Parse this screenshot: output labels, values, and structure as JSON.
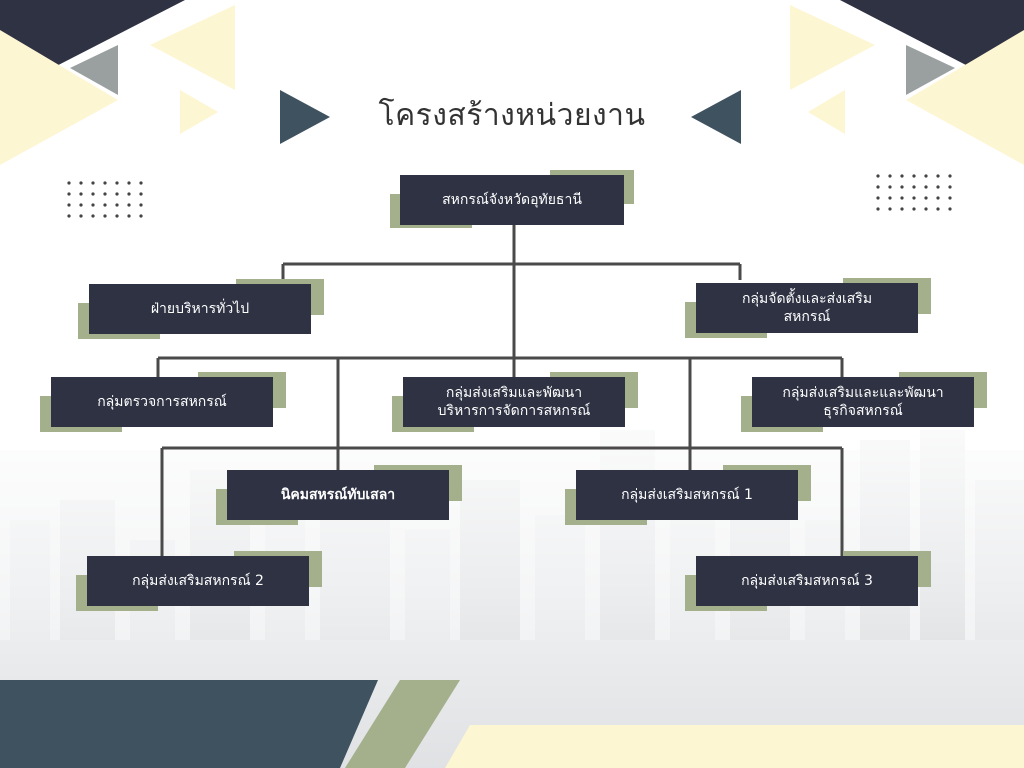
{
  "title": "โครงสร้างหน่วยงาน",
  "colors": {
    "navy": "#2e3243",
    "slate": "#3f5260",
    "olive": "#a4b08c",
    "cream": "#fdf6d3",
    "line": "#4a4a4a"
  },
  "icons": {
    "title_left": "triangle-right-icon",
    "title_right": "triangle-left-icon",
    "dots": "dot-grid-icon"
  },
  "nodes": {
    "root": "สหกรณ์จังหวัดอุทัยธานี",
    "admin": "ฝ่ายบริหารทั่วไป",
    "establish": "กลุ่มจัดตั้งและส่งเสริม\nสหกรณ์",
    "audit": "กลุ่มตรวจการสหกรณ์",
    "management": "กลุ่มส่งเสริมและพัฒนา\nบริหารการจัดการสหกรณ์",
    "business": "กลุ่มส่งเสริมและและพัฒนา\nธุรกิจสหกรณ์",
    "settlement": "นิคมสหรณ์ทับเสลา",
    "promo1": "กลุ่มส่งเสริมสหกรณ์ 1",
    "promo2": "กลุ่มส่งเสริมสหกรณ์ 2",
    "promo3": "กลุ่มส่งเสริมสหกรณ์ 3"
  }
}
